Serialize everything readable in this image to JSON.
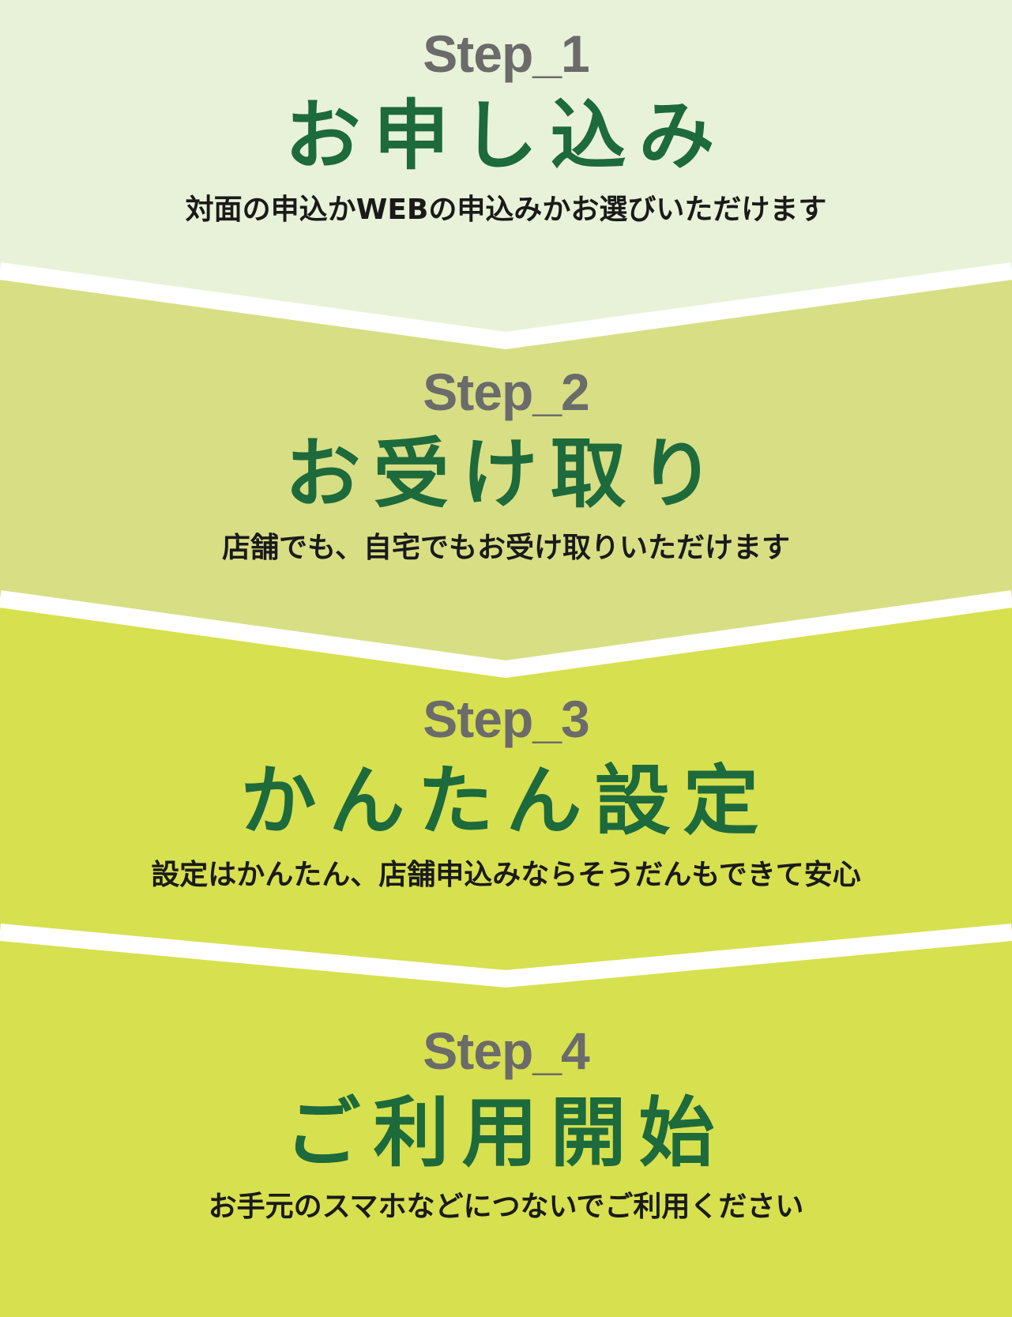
{
  "colors": {
    "band_1": "#e8f2d8",
    "band_2": "#d8de84",
    "band_3": "#d7e04f",
    "band_4": "#d7e04f",
    "label": "#6b6b6b",
    "title": "#1d6a3c",
    "description": "#1a1a1a",
    "separator": "#ffffff"
  },
  "steps": [
    {
      "label": "Step_1",
      "title": "お申し込み",
      "description": "対面の申込かWEBの申込みかお選びいただけます"
    },
    {
      "label": "Step_2",
      "title": "お受け取り",
      "description": "店舗でも、自宅でもお受け取りいただけます"
    },
    {
      "label": "Step_3",
      "title": "かんたん設定",
      "description": "設定はかんたん、店舗申込みならそうだんもできて安心"
    },
    {
      "label": "Step_4",
      "title": "ご利用開始",
      "description": "お手元のスマホなどにつないでご利用ください"
    }
  ]
}
